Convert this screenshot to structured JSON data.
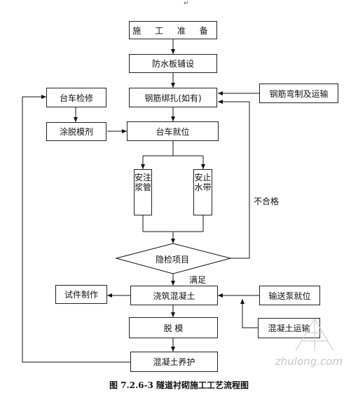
{
  "nodes": {
    "prep": "施 工 准 备",
    "waterproof": "防水板铺设",
    "rebar": "钢筋绑扎(如有)",
    "rebar_bend": "钢筋弯制及运输",
    "trolley_repair": "台车检修",
    "release_agent": "涂脱模剂",
    "trolley_position": "台车就位",
    "grout_pipe": "安注浆管",
    "waterstop": "安止水带",
    "inspection": "隐检项目",
    "pour": "浇筑混凝土",
    "specimen": "试件制作",
    "pump": "输送泵就位",
    "demold": "脱  模",
    "concrete_transport": "混凝土运输",
    "curing": "混凝土养护"
  },
  "labels": {
    "fail": "不合格",
    "pass": "满足"
  },
  "caption": "图 7.2.6-3  隧道衬砌施工工艺流程图",
  "watermark": "zhulong.com",
  "paragraph_mark": "↵"
}
